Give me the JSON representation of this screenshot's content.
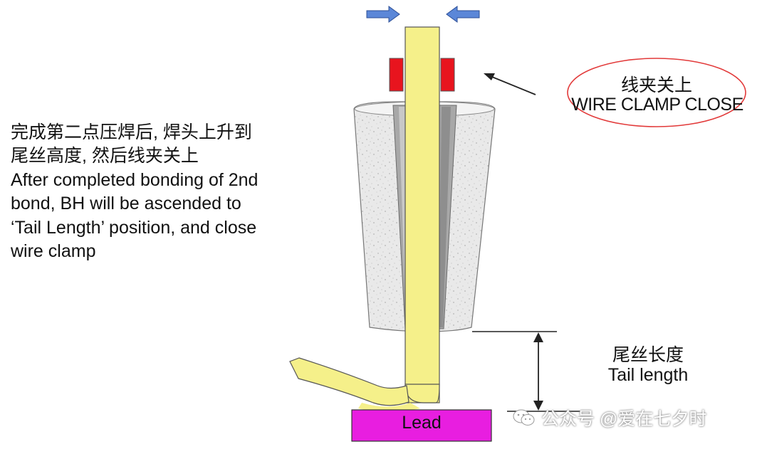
{
  "description": {
    "lines": [
      "完成第二点压焊后, 焊头上升到",
      "尾丝高度, 然后线夹关上",
      "After completed bonding of 2nd",
      "bond, BH will be ascended to",
      "‘Tail Length’ position, and close",
      "wire clamp"
    ]
  },
  "callouts": {
    "clamp_cn": "线夹关上",
    "clamp_en": "WIRE CLAMP CLOSE",
    "tail_cn": "尾丝长度",
    "tail_en": "Tail length",
    "lead": "Lead"
  },
  "watermark": "公众号 @爱在七夕时",
  "colors": {
    "wire": "#f5f08a",
    "clamp": "#e8141e",
    "arrow": "#5b87d8",
    "lead": "#e81ee0",
    "ellipse": "#e23a3a"
  }
}
